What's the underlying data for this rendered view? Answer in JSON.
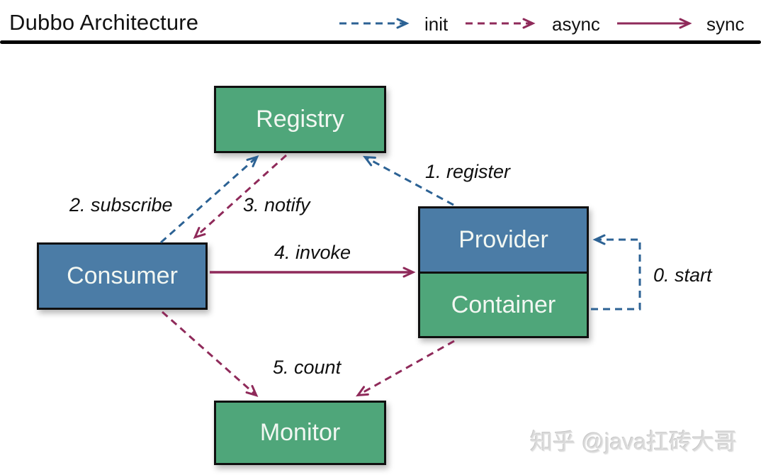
{
  "title": "Dubbo Architecture",
  "legend": {
    "items": [
      {
        "label": "init",
        "style": "dashed",
        "color": "#2c6294"
      },
      {
        "label": "async",
        "style": "dashed",
        "color": "#8f2a5a"
      },
      {
        "label": "sync",
        "style": "solid",
        "color": "#8f2a5a"
      }
    ]
  },
  "nodes": {
    "registry": {
      "label": "Registry",
      "color": "#4fa67a"
    },
    "consumer": {
      "label": "Consumer",
      "color": "#4b7ca6"
    },
    "provider": {
      "label": "Provider",
      "color": "#4b7ca6"
    },
    "container": {
      "label": "Container",
      "color": "#4fa67a"
    },
    "monitor": {
      "label": "Monitor",
      "color": "#4fa67a"
    }
  },
  "edges": {
    "start": {
      "label": "0. start",
      "type": "init",
      "from": "container",
      "to": "provider"
    },
    "register": {
      "label": "1. register",
      "type": "init",
      "from": "provider",
      "to": "registry"
    },
    "subscribe": {
      "label": "2. subscribe",
      "type": "init",
      "from": "consumer",
      "to": "registry"
    },
    "notify": {
      "label": "3. notify",
      "type": "async",
      "from": "registry",
      "to": "consumer"
    },
    "invoke": {
      "label": "4. invoke",
      "type": "sync",
      "from": "consumer",
      "to": "provider"
    },
    "count": {
      "label": "5. count",
      "type": "async",
      "from": "consumer-and-container",
      "to": "monitor"
    }
  },
  "colors": {
    "init_blue": "#2c6294",
    "async_sync_maroon": "#8f2a5a",
    "box_green": "#4fa67a",
    "box_blue": "#4b7ca6"
  },
  "watermark": "知乎 @java扛砖大哥"
}
